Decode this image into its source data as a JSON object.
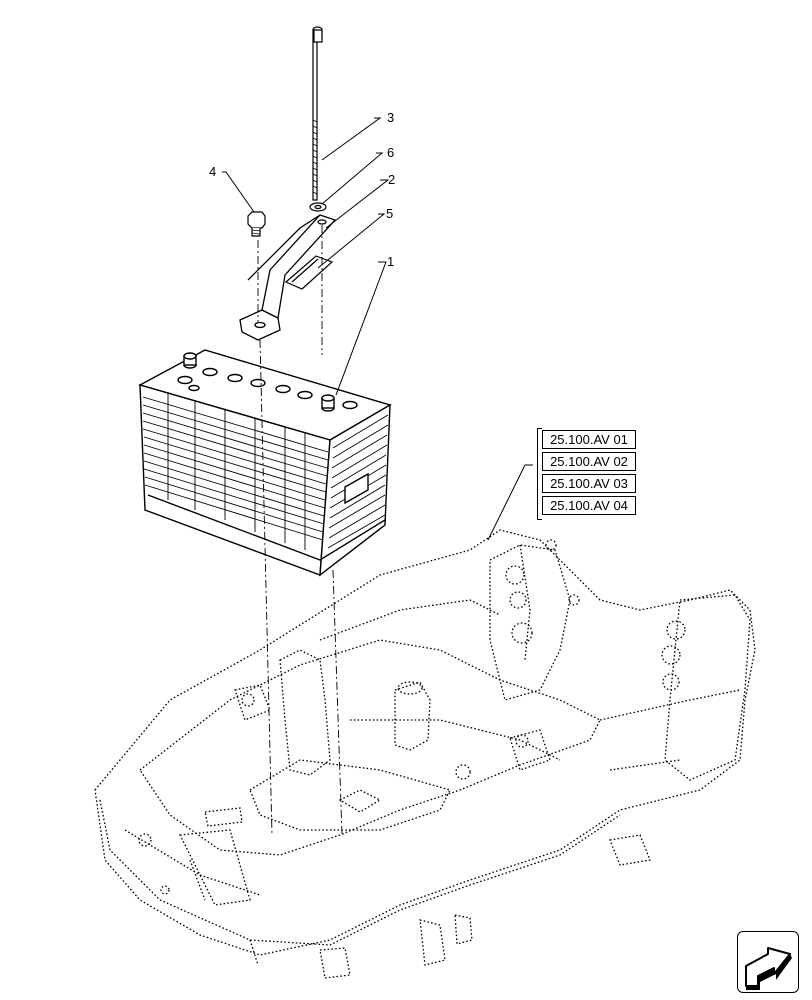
{
  "callouts": [
    {
      "id": "1",
      "label": "1"
    },
    {
      "id": "2",
      "label": "2"
    },
    {
      "id": "3",
      "label": "3"
    },
    {
      "id": "4",
      "label": "4"
    },
    {
      "id": "5",
      "label": "5"
    },
    {
      "id": "6",
      "label": "6"
    }
  ],
  "references": [
    "25.100.AV 01",
    "25.100.AV 02",
    "25.100.AV 03",
    "25.100.AV 04"
  ],
  "nav_icon": "next-page-arrow-icon"
}
